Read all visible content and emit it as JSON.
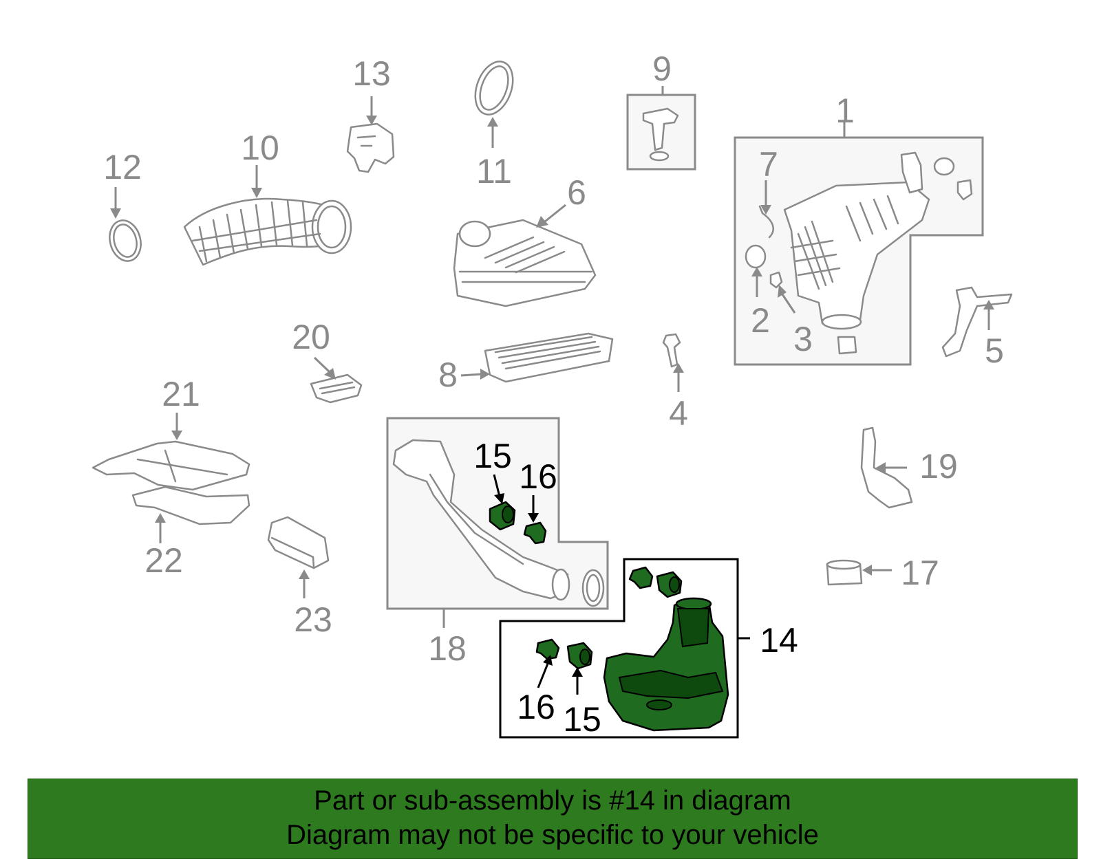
{
  "callouts": {
    "c1": "1",
    "c2": "2",
    "c3": "3",
    "c4": "4",
    "c5": "5",
    "c6": "6",
    "c7": "7",
    "c8": "8",
    "c9": "9",
    "c10": "10",
    "c11": "11",
    "c12": "12",
    "c13": "13",
    "c14": "14",
    "c15a": "15",
    "c15b": "15",
    "c16a": "16",
    "c16b": "16",
    "c17": "17",
    "c18": "18",
    "c19": "19",
    "c20": "20",
    "c21": "21",
    "c22": "22",
    "c23": "23"
  },
  "colors": {
    "footer_bg": "#2d7a1f",
    "highlight_part": "#1f6b1f",
    "line_grey": "#8a8a8a"
  },
  "footer": {
    "line1": "Part or sub-assembly is #14 in diagram",
    "line2": "Diagram may not be specific to your vehicle"
  }
}
